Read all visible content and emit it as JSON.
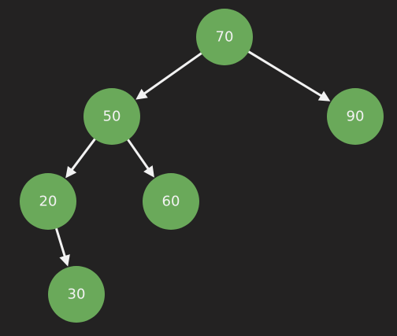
{
  "diagram": {
    "type": "binary-tree",
    "colors": {
      "background": "#232222",
      "node_fill": "#6aa95a",
      "label": "#f2f2f2",
      "edge": "#f2f2f2"
    },
    "nodes": [
      {
        "id": "n70",
        "label": "70"
      },
      {
        "id": "n50",
        "label": "50"
      },
      {
        "id": "n90",
        "label": "90"
      },
      {
        "id": "n20",
        "label": "20"
      },
      {
        "id": "n60",
        "label": "60"
      },
      {
        "id": "n30",
        "label": "30"
      }
    ],
    "edges": [
      {
        "from": "n70",
        "to": "n50"
      },
      {
        "from": "n70",
        "to": "n90"
      },
      {
        "from": "n50",
        "to": "n20"
      },
      {
        "from": "n50",
        "to": "n60"
      },
      {
        "from": "n20",
        "to": "n30"
      }
    ]
  }
}
